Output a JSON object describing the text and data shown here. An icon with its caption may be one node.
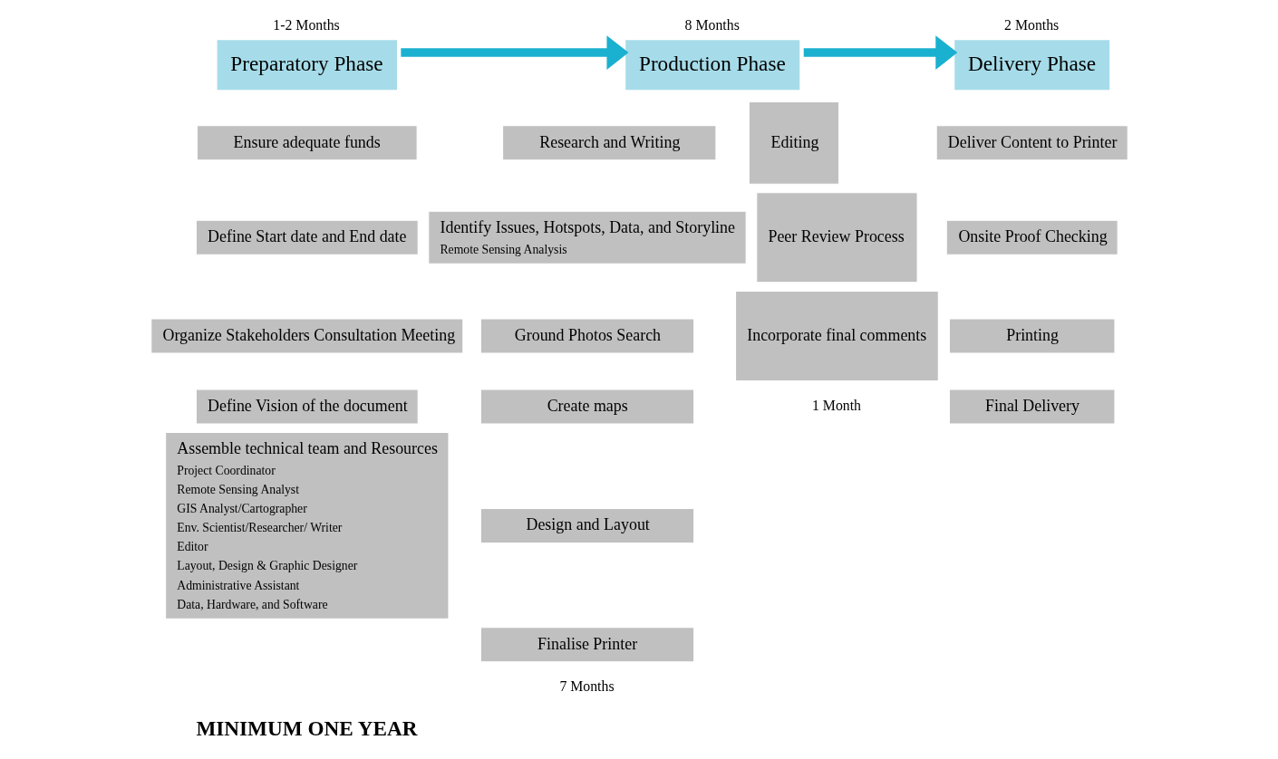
{
  "diagram": {
    "nodes": [
      {
        "text": [
          "Preparatory Phase"
        ],
        "beside": [
          "1-2 Months"
        ]
      },
      {
        "text": [
          "Ensure adequate funds"
        ]
      },
      {
        "text": [
          "Define Start date and End date"
        ]
      },
      {
        "text": [
          "Organize Stakeholders Consultation Meeting"
        ]
      },
      {
        "text": [
          "Define Vision of the document"
        ]
      },
      {
        "text": [
          "Assemble technical team and Resources",
          "Project Coordinator",
          "Remote Sensing Analyst",
          "GIS Analyst/Cartographer",
          "Env. Scientist/Researcher/ Writer",
          "Editor",
          "Layout, Design & Graphic Designer",
          "Administrative Assistant",
          "Data, Hardware, and Software"
        ]
      },
      {
        "text": [
          "Production Phase"
        ],
        "beside": [
          "8 Months"
        ]
      },
      {
        "text": [
          "Research and Writing"
        ]
      },
      {
        "text": [
          "Identify Issues, Hotspots, Data, and Storyline",
          "Remote Sensing Analysis"
        ]
      },
      {
        "text": [
          "Ground Photos Search"
        ]
      },
      {
        "text": [
          "Create maps"
        ]
      },
      {
        "text": [
          "Design and Layout"
        ]
      },
      {
        "text": [
          "Finalise Printer"
        ]
      },
      {
        "text": [
          "Editing"
        ]
      },
      {
        "text": [
          "Peer Review Process"
        ]
      },
      {
        "text": [
          "Incorporate final comments"
        ]
      },
      {
        "text": [
          "Delivery Phase"
        ],
        "beside": [
          "2 Months"
        ]
      },
      {
        "text": [
          "Deliver Content to Printer"
        ]
      },
      {
        "text": [
          "Onsite Proof Checking"
        ]
      },
      {
        "text": [
          "Printing"
        ]
      },
      {
        "text": [
          "Final Delivery"
        ]
      }
    ],
    "edges": [
      {
        "from": 0,
        "to": 6,
        "arrow": "to"
      },
      {
        "from": 6,
        "to": 16,
        "arrow": "to"
      }
    ],
    "labels": [
      "7 Months",
      "1 Month",
      "MINIMUM ONE YEAR"
    ]
  }
}
